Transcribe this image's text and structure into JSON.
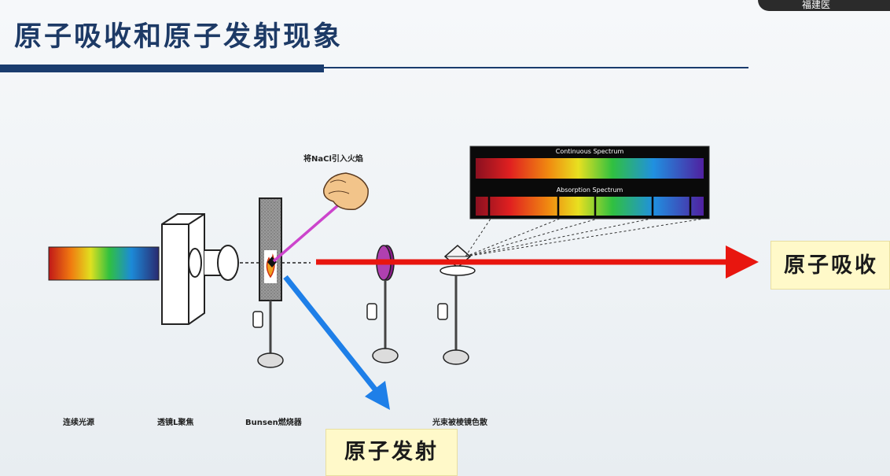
{
  "slide": {
    "title": "原子吸收和原子发射现象",
    "corner_text": "福建医"
  },
  "labels": {
    "absorption": "原子吸收",
    "emission": "原子发射"
  },
  "diagram": {
    "nacl_note": "将NaCl引入火焰",
    "spectrum_continuous": "Continuous Spectrum",
    "spectrum_absorption": "Absorption Spectrum",
    "captions": {
      "source": "连续光源",
      "lens": "透镜L聚焦",
      "burner": "Bunsen燃烧器",
      "prism": "光束被棱镜色散"
    },
    "colors": {
      "absorption_arrow": "#e8160f",
      "emission_arrow": "#1e7fe8",
      "nacl_rod": "#cc44cc",
      "title": "#1d3a66"
    }
  }
}
